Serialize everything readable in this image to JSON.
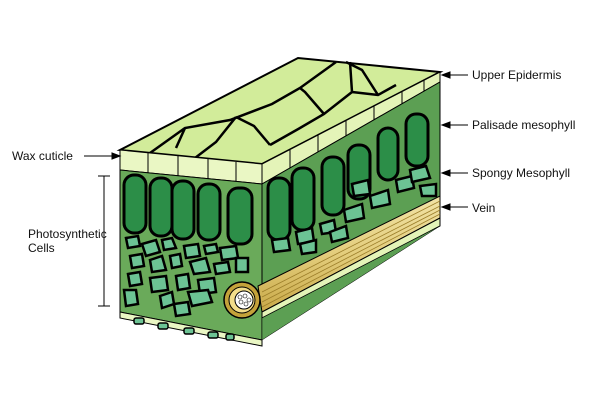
{
  "labels": {
    "upper_epidermis": "Upper Epidermis",
    "palisade_mesophyll": "Palisade mesophyll",
    "spongy_mesophyll": "Spongy Mesophyll",
    "vein": "Vein",
    "wax_cuticle": "Wax cuticle",
    "photosynthetic_cells_line1": "Photosynthetic",
    "photosynthetic_cells_line2": "Cells"
  },
  "colors": {
    "epidermis_top": "#d2ec9a",
    "epidermis_front": "#eaf7c4",
    "mesophyll_front": "#6aaa5a",
    "mesophyll_side": "#5c9f53",
    "palisade_cell": "#2c8e48",
    "spongy_cell": "#6cc394",
    "vein_tan": "#e8d58c",
    "vein_gold": "#c4a23a",
    "outline": "#000000"
  }
}
